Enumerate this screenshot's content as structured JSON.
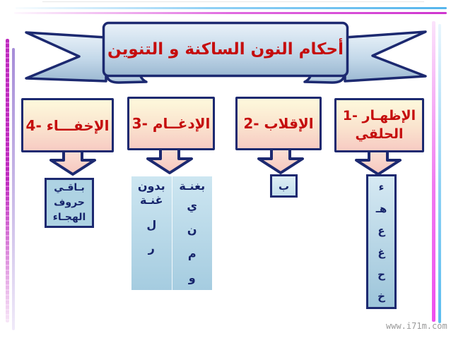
{
  "banner": {
    "title": "أحكام النون الساكنة و التنوين"
  },
  "boxes": {
    "izhar": {
      "line1": "الإظهـار -1",
      "line2": "الحلقي"
    },
    "iqlab": {
      "label": "الإقلاب -2"
    },
    "idgham": {
      "label": "الإدغــام -3"
    },
    "ikhfa": {
      "label": "الإخفـــاء -4"
    }
  },
  "izhar_letters": [
    "ء",
    "هـ",
    "ع",
    "غ",
    "ح",
    "خ"
  ],
  "iqlab_letters": [
    "ب"
  ],
  "idgham_table": {
    "with_header": "بغنـة",
    "with_letters": [
      "ي",
      "ن",
      "م",
      "و"
    ],
    "without_header_line1": "بدون",
    "without_header_line2": "غنـة",
    "without_letters": [
      "ل",
      "ر"
    ]
  },
  "ikhfa_note": {
    "line1": "بـاقـي",
    "line2": "حروف",
    "line3": "الهجـاء"
  },
  "watermark": {
    "text": "www.i71m.com"
  },
  "colors": {
    "navy_border": "#1c2970",
    "red_text": "#c50d0d",
    "navy_text": "#16246b",
    "box_gradient_top": "#fdf6da",
    "box_gradient_bottom": "#f7cbc3",
    "arrow_fill": "#f8d3ca",
    "ribbon_top": "#eaf2f9",
    "ribbon_bottom": "#9cb9d2",
    "list_blue_top": "#d6e9f3",
    "list_blue_bottom": "#9dc5da",
    "accent_magenta": "#cf35cf",
    "accent_cyan": "#55b5ec",
    "watermark_gray": "#9b9b9b"
  }
}
